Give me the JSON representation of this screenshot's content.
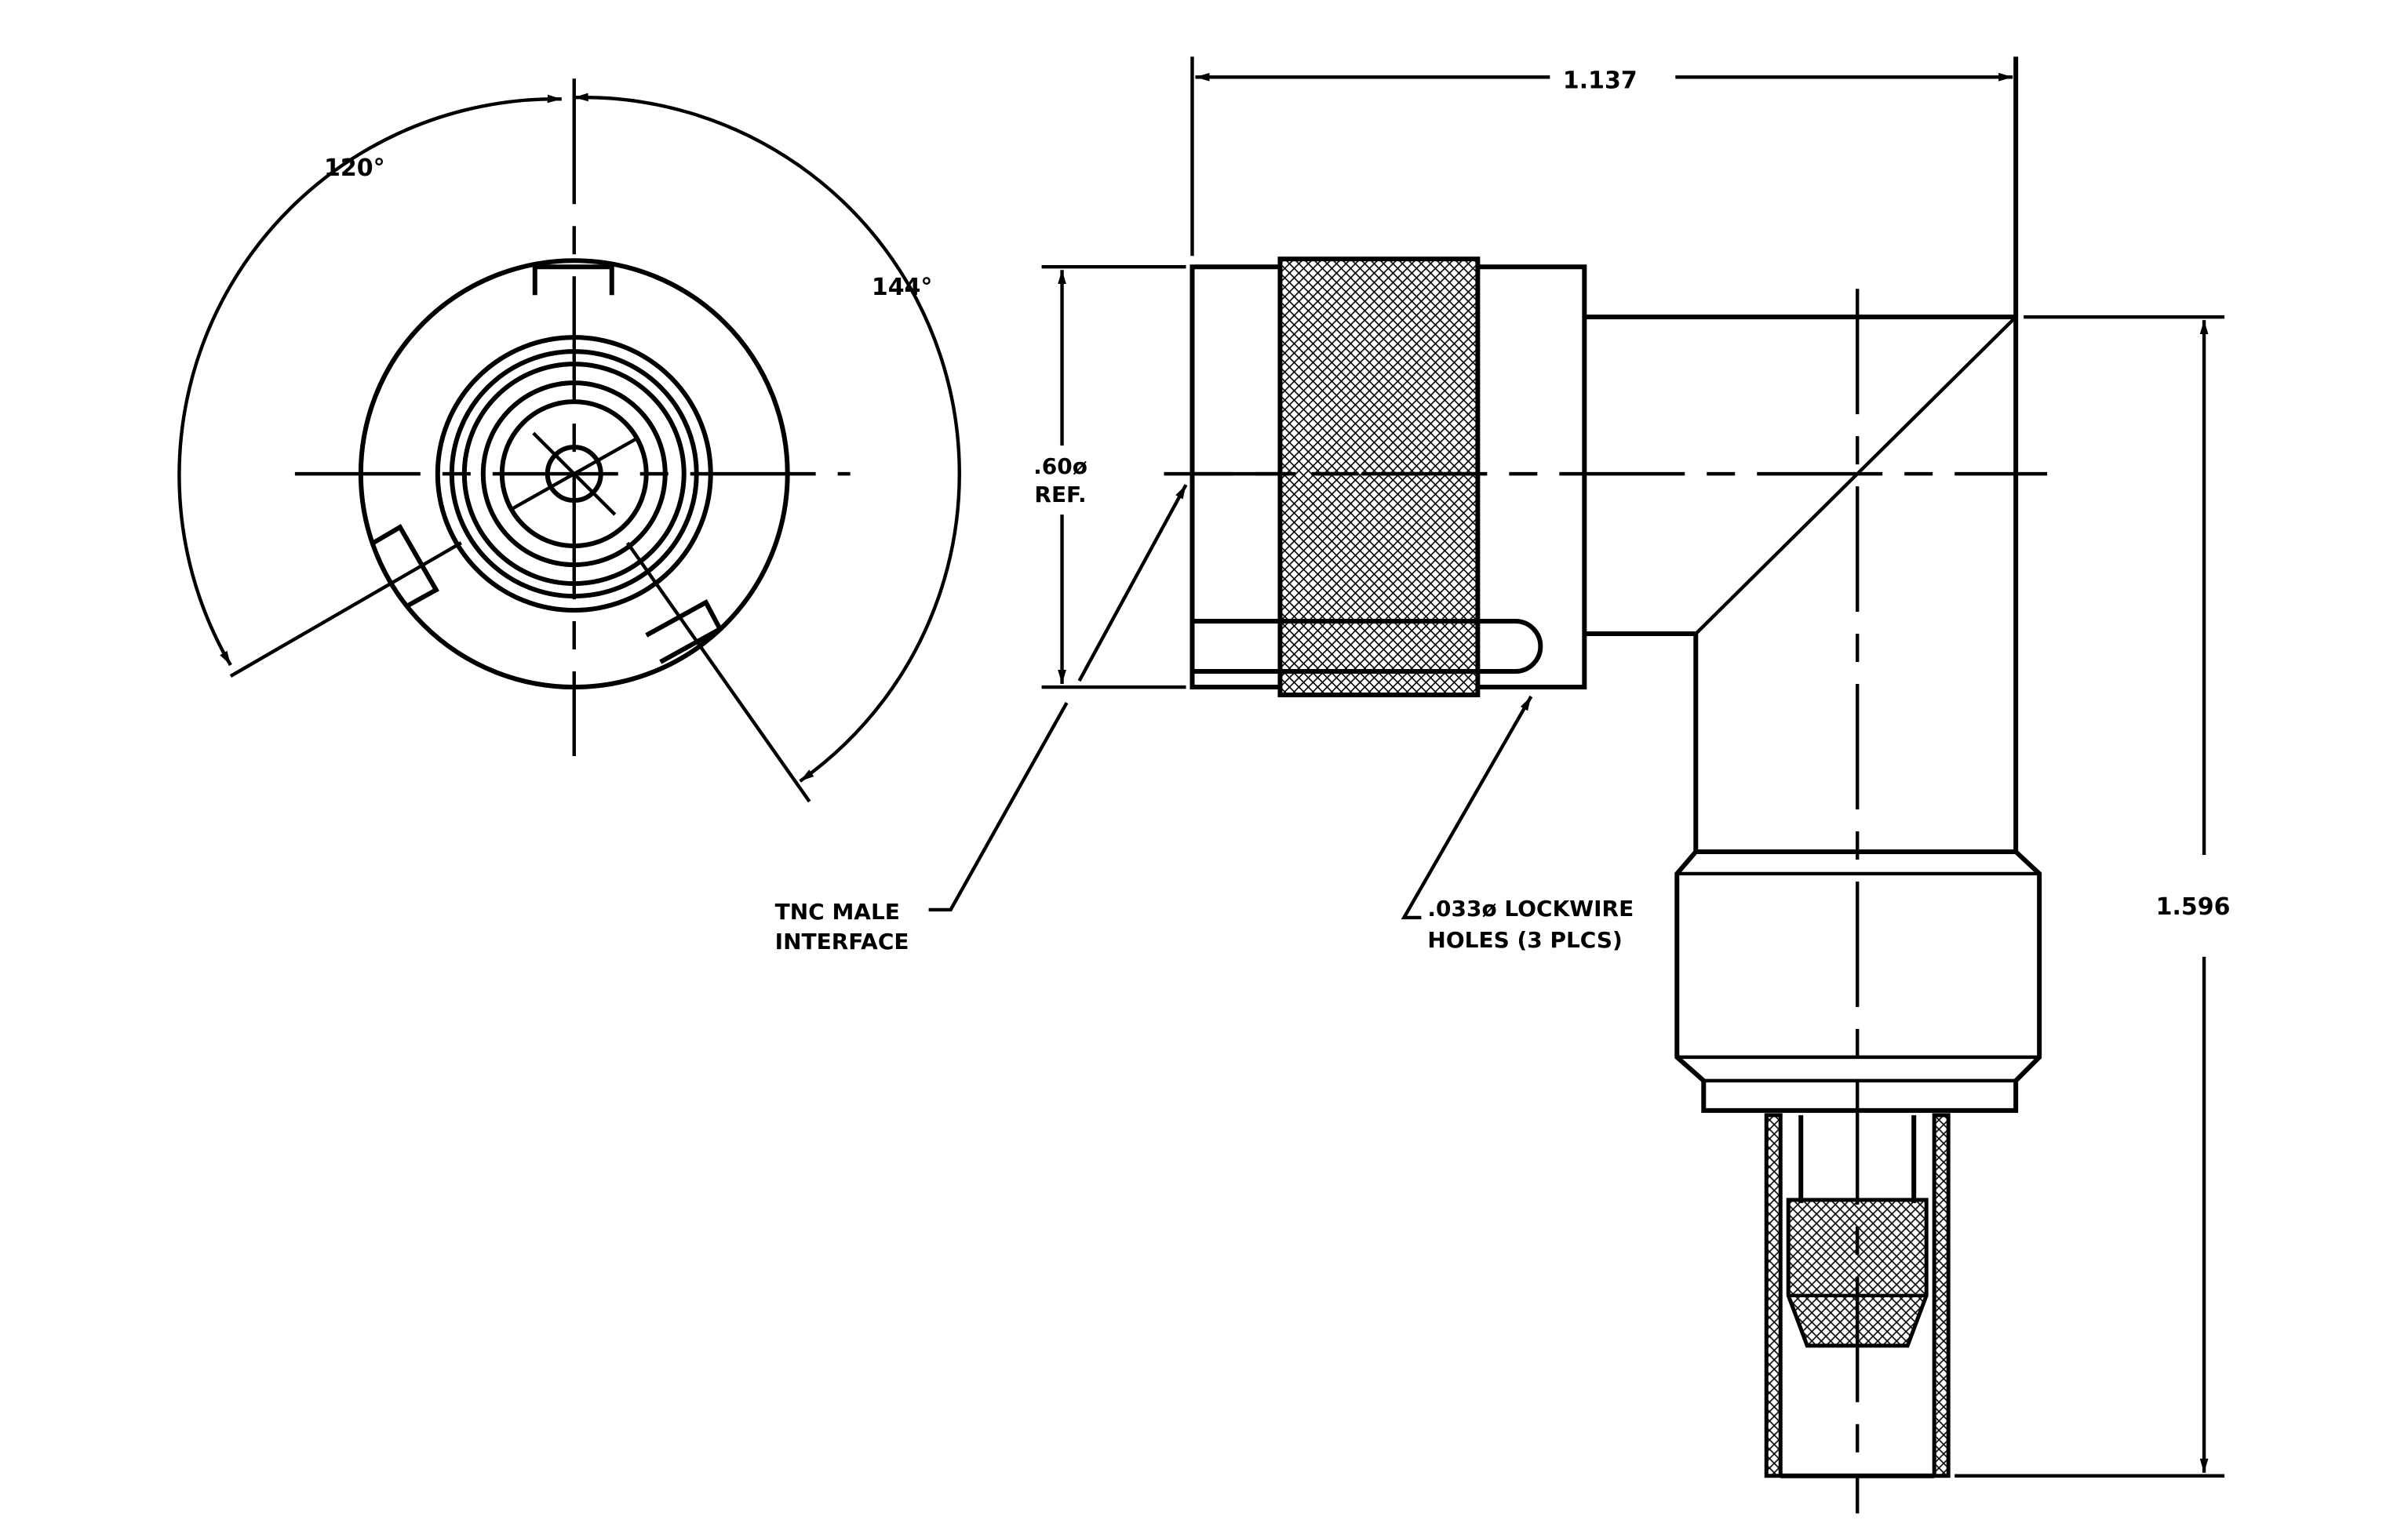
{
  "dimensions": {
    "width_overall": "1.137",
    "height_overall": "1.596",
    "angle_a": "120°",
    "angle_b": "144°",
    "diameter_ref_line1": ".60ø",
    "diameter_ref_line2": "REF."
  },
  "callouts": {
    "interface_line1": "TNC MALE",
    "interface_line2": "INTERFACE",
    "lockwire_line1": ".033ø LOCKWIRE",
    "lockwire_line2": "HOLES (3 PLCS)"
  }
}
